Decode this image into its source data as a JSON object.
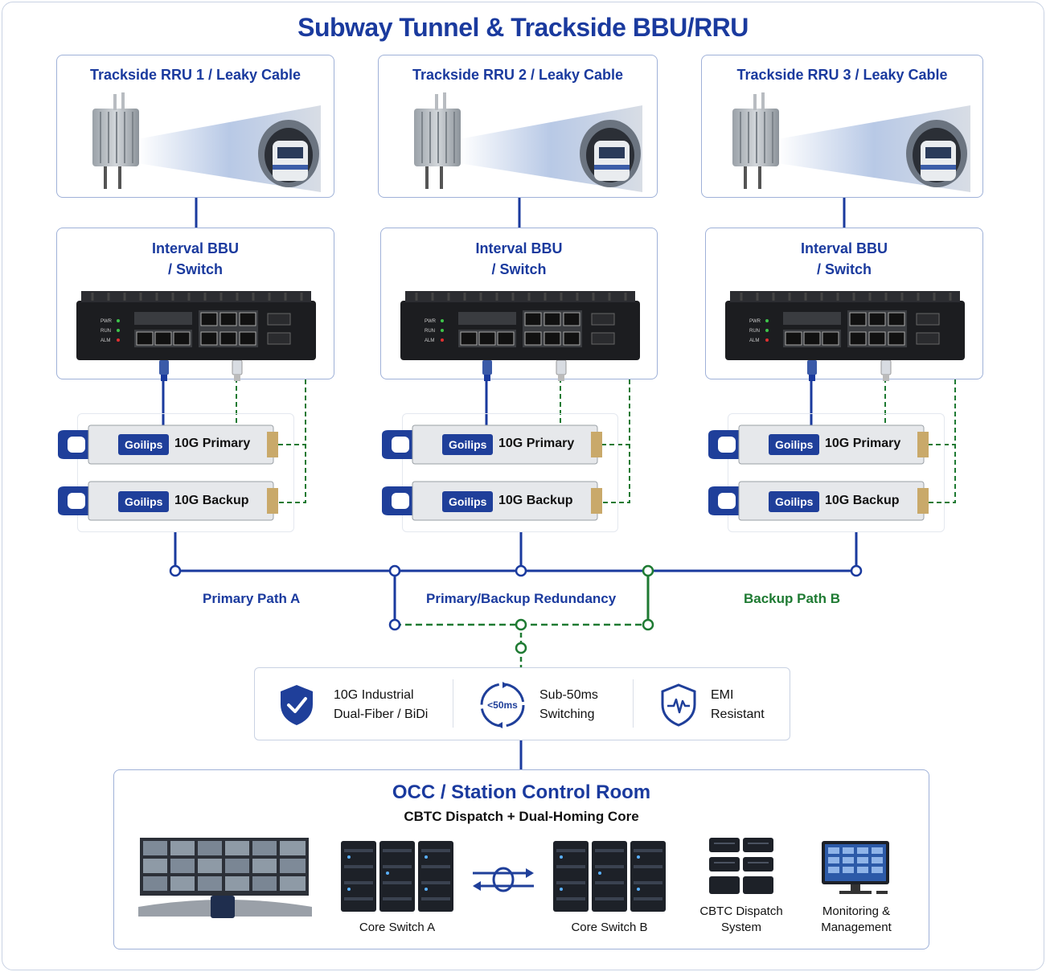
{
  "title": "Subway Tunnel & Trackside BBU/RRU",
  "rru": [
    {
      "label": "Trackside RRU 1 / Leaky Cable"
    },
    {
      "label": "Trackside RRU 2 / Leaky Cable"
    },
    {
      "label": "Trackside RRU 3 / Leaky Cable"
    }
  ],
  "bbu": [
    {
      "line1": "Interval BBU",
      "line2": "/ Switch"
    },
    {
      "line1": "Interval BBU",
      "line2": "/ Switch"
    },
    {
      "line1": "Interval BBU",
      "line2": "/ Switch"
    }
  ],
  "bbu_leds": [
    "PWR",
    "RUN",
    "ALM"
  ],
  "sfp": {
    "brand": "Goilips",
    "primary": "10G Primary",
    "backup": "10G Backup"
  },
  "paths": {
    "primary": "Primary Path A",
    "redundancy": "Primary/Backup Redundancy",
    "backup": "Backup Path B"
  },
  "features": {
    "industrial_line1": "10G Industrial",
    "industrial_line2": "Dual-Fiber / BiDi",
    "switching_badge": "<50ms",
    "switching_line1": "Sub-50ms",
    "switching_line2": "Switching",
    "emi_line1": "EMI",
    "emi_line2": "Resistant"
  },
  "occ": {
    "title": "OCC / Station Control Room",
    "subtitle": "CBTC Dispatch + Dual-Homing Core",
    "core_a": "Core Switch A",
    "core_b": "Core Switch B",
    "cbtc_line1": "CBTC Dispatch",
    "cbtc_line2": "System",
    "mon_line1": "Monitoring &",
    "mon_line2": "Management"
  },
  "colors": {
    "primary_blue": "#1a3a9e",
    "backup_green": "#1e7a32",
    "card_border": "#9fb1d8"
  }
}
